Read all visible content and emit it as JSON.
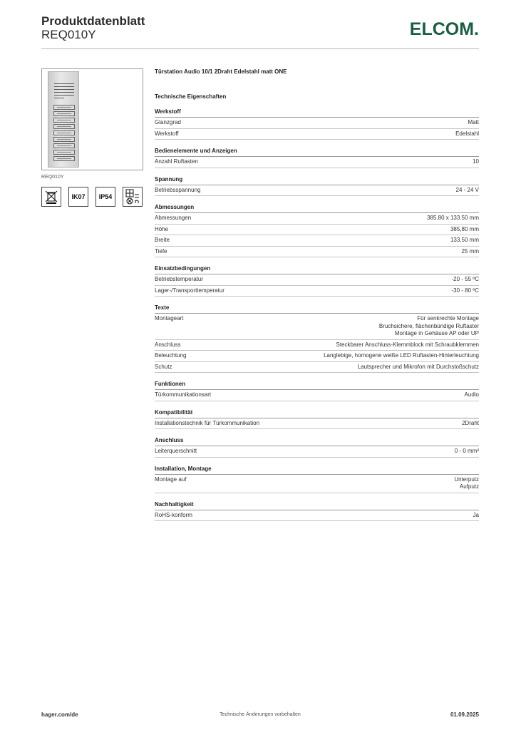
{
  "header": {
    "title": "Produktdatenblatt",
    "code": "REQ010Y",
    "brand": "ELCOM."
  },
  "left": {
    "image_caption": "REQ010Y",
    "certs": [
      "IK07",
      "IP54"
    ]
  },
  "product_name": "Türstation Audio 10/1 2Draht Edelstahl matt ONE",
  "section_title": "Technische Eigenschaften",
  "groups": [
    {
      "title": "Werkstoff",
      "rows": [
        {
          "label": "Glanzgrad",
          "value": [
            "Matt"
          ]
        },
        {
          "label": "Werkstoff",
          "value": [
            "Edelstahl"
          ]
        }
      ]
    },
    {
      "title": "Bedienelemente und Anzeigen",
      "rows": [
        {
          "label": "Anzahl Ruftasten",
          "value": [
            "10"
          ]
        }
      ]
    },
    {
      "title": "Spannung",
      "rows": [
        {
          "label": "Betriebsspannung",
          "value": [
            "24 - 24 V"
          ]
        }
      ]
    },
    {
      "title": "Abmessungen",
      "rows": [
        {
          "label": "Abmessungen",
          "value": [
            "385.80 x 133.50 mm"
          ]
        },
        {
          "label": "Höhe",
          "value": [
            "385,80 mm"
          ]
        },
        {
          "label": "Breite",
          "value": [
            "133,50 mm"
          ]
        },
        {
          "label": "Tiefe",
          "value": [
            "25 mm"
          ]
        }
      ]
    },
    {
      "title": "Einsatzbedingungen",
      "rows": [
        {
          "label": "Betriebstemperatur",
          "value": [
            "-20 - 55 ºC"
          ]
        },
        {
          "label": "Lager-/Transporttemperatur",
          "value": [
            "-30 - 80 ºC"
          ]
        }
      ]
    },
    {
      "title": "Texte",
      "rows": [
        {
          "label": "Montageart",
          "value": [
            "Für senkrechte Montage",
            "Bruchsichere, flächenbündige Ruftaster",
            "Montage in Gehäuse AP oder UP"
          ]
        },
        {
          "label": "Anschluss",
          "value": [
            "Steckbarer Anschluss-Klemmblock mit Schraubklemmen"
          ]
        },
        {
          "label": "Beleuchtung",
          "value": [
            "Langlebige, homogene weiße LED Ruftasten-Hinterleuchtung"
          ]
        },
        {
          "label": "Schutz",
          "value": [
            "Lautsprecher und Mikrofon mit Durchstoßschutz"
          ]
        }
      ]
    },
    {
      "title": "Funktionen",
      "rows": [
        {
          "label": "Türkommunikationsart",
          "value": [
            "Audio"
          ]
        }
      ]
    },
    {
      "title": "Kompatibilität",
      "rows": [
        {
          "label": "Installationstechnik für Türkommunikation",
          "value": [
            "2Draht"
          ]
        }
      ]
    },
    {
      "title": "Anschluss",
      "rows": [
        {
          "label": "Leiterquerschnitt",
          "value": [
            "0 - 0 mm²"
          ]
        }
      ]
    },
    {
      "title": "Installation, Montage",
      "rows": [
        {
          "label": "Montage auf",
          "value": [
            "Unterputz",
            "Aufputz"
          ]
        }
      ]
    },
    {
      "title": "Nachhaltigkeit",
      "rows": [
        {
          "label": "RoHS-konform",
          "value": [
            "Ja"
          ]
        }
      ]
    }
  ],
  "footer": {
    "left": "hager.com/de",
    "center": "Technische Änderungen vorbehalten",
    "right": "01.09.2025"
  }
}
